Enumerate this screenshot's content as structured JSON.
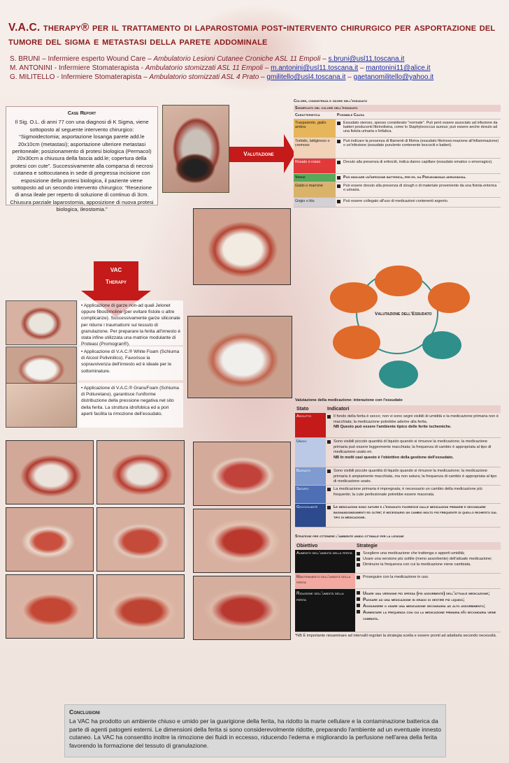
{
  "header": {
    "title": "V.A.C. therapy® per il trattamento di laparostomia post-intervento chirurgico per asportazione del tumore del sigma e metastasi della parete addominale",
    "authors": [
      {
        "name": "S. BRUNI",
        "role": " – Infermiere esperto Wound Care – ",
        "unit": "Ambulatorio Lesioni Cutanee Croniche ASL 11 Empoli",
        "sep": " – ",
        "emails": [
          "s.bruni@usl11.toscana.it"
        ]
      },
      {
        "name": "M. ANTONINI",
        "role": " - Infermiere Stomaterapista - ",
        "unit": "Ambulatorio stomizzati ASL 11 Empoli",
        "sep": " – ",
        "emails": [
          "m.antonini@usl11.toscana.it",
          "mantonini11@alice.it"
        ]
      },
      {
        "name": "G. MILITELLO",
        "role": " - Infermiere Stomaterapista – ",
        "unit": "Ambulatorio stomizzati ASL 4 Prato",
        "sep": " – ",
        "emails": [
          "gmilitello@usl4.toscana.it",
          "gaetanomilitello@yahoo.it"
        ]
      }
    ]
  },
  "case_report": {
    "heading": "Case Report",
    "text": "Il Sig. O.L. di anni 77 con una diagnosi di K Sigma, viene sottoposto al seguente intervento chirurgico: “Sigmoidectomia; asportazione losanga parete add.le 20x10cm (metastasi); asportazione ulteriore metastasi peritoneale; posizionamento di protesi biologica (Permacol) 20x30cm a chiusura della fascia add.le; copertura della protesi con cute”. Successivamente alla comparsa di necrosi cutanea e sottocutanea in sede di pregressa incisione con esposizione della protesi biologica, il paziente viene sottoposto ad un secondo intervento chirurgico: “Resezione di ansa ileale per reperto di soluzione di continuo di 3cm. Chiusura parziale laparostomia, apposizione di nuova protesi biologica, ileostomia.”"
  },
  "vac_arrow": {
    "line1": "VAC",
    "line2": "Therapy"
  },
  "valutazione_label": "Valutazione",
  "exudate_table": {
    "title": "Colore, consistenza e odore dell'essudato",
    "subtitle": "Significato del colore dell'essudato",
    "col1": "Caratteristica",
    "col2": "Possibile Causa",
    "rows": [
      {
        "c": "Trasparente, giallo ambra",
        "t": "Essudato sieroso, spesso considerato \"normale\". Può però essere associato ad infezione da batteri producenti fibrinolisina, come lo Staphylococcus aureus; può essere anche dovuto ad una fistola urinaria o linfatica."
      },
      {
        "c": "Torbido, lattiginoso o cremoso",
        "t": "Può indicare la presenza di filamenti di fibrina (essudato fibrinoso:reazione all'infiammazione) o un'infezione (essudato purulento contenente leucociti e batteri)."
      },
      {
        "c": "Rosato o rosso",
        "t": "Dovuto alla presenza di eritrociti, indica danno capillare (essudato ematico o emorragico)."
      },
      {
        "c": "Verde",
        "t": "Può indicare un'infezione batterica, per es. da Pseudomonas aeruginosa."
      },
      {
        "c": "Giallo o marrone",
        "t": "Può essere dovuto alla presenza di slough o di materiale proveniente da una fistola enterica o urinaria."
      },
      {
        "c": "Grigio o blu",
        "t": "Può essere collegato all'uso di medicazioni contenenti argento."
      }
    ]
  },
  "procedures": [
    {
      "text": "• Applicazione di garze non-ad quali Jelonet oppure fibostimoline (per evitare fistole o altre complicanze). Successivamente garze siliconate per ridurre i traumatismi sul tessuto di granulazione. Per preparare la ferita all'innesto è stata infine utilizzata una matrice modulante di Proteasi (Promogran®)."
    },
    {
      "text": "• Applicazione di V.A.C.® White Foam (Schiuma di Alcool Polivinilico). Favorisce la sopravvivenza dell'innesto ed è ideale per le sottominature."
    },
    {
      "text": "• Applicazione di V.A.C.® GranuFoam (Schiuma di Poliuretano). garantisce l'uniforme distribuzione della pressione negativa nel sito della ferita. La struttura idrofobica ed a pori aperti facilita la rimozione dell'essudato."
    }
  ],
  "cycle": {
    "label": "Valutazione dell'Essudato"
  },
  "med_table": {
    "title": "Valutazione della medicazione: interazione con l'essudato",
    "col1": "Stato",
    "col2": "Indicatori",
    "rows": [
      {
        "s": "Asciutto",
        "t": "Il fondo della ferita è secco; non vi sono segni visibili di umidità e la medicazione primaria non è macchiata; la medicazione potrebbe aderire alla ferita.",
        "nb": "NB Questo può essere l'ambiente tipico delle ferite ischemiche."
      },
      {
        "s": "Umido",
        "t": "Sono visibili piccole quantità di liquido quando si rimuove la medicazione; la medicazione primaria può essere leggermente macchiata; la frequenza di cambio è appropriata al tipo di medicazione usato.nn.",
        "nb": "NB In molti casi questo è l'obiettivo della gestione dell'essudato."
      },
      {
        "s": "Bagnato",
        "t": "Sono visibili piccole quantità di liquido quando si rimuove la medicazione; la medicazione primaria è ampiamente macchiata, ma non satura; la frequenza di cambio è appropriata al tipo di medicazione usato.",
        "nb": ""
      },
      {
        "s": "Saturo",
        "t": "La medicazione primaria è impregnata; è necessario un cambio della medicazione più frequente; la cute perilesionale potrebbe essere macerata.",
        "nb": ""
      },
      {
        "s": "Gocciolante",
        "t": "Le medicazioni sono sature e l'essudato fuoriesce dalle medicazioni primarie e secondarie bagnandoindumenti ed oltre; è necessario un cambio molto più frequente di quello richiesto dal tipo di medicazione.",
        "nb": ""
      }
    ]
  },
  "strategy": {
    "title": "Strategie per ottenere l'ambiente umido ottimale per la lesione",
    "col1": "Obiettivo",
    "col2": "Strategie",
    "rows": [
      {
        "o": "Aumento dell'umidità della ferita",
        "items": [
          "Scegliere una medicazione che trattenga o apporti umidità;",
          "Usare una versione più sottile (meno assorbente) dell'attuale medicazione;",
          "Diminuire la frequenza con cui la medicazione viene cambiata."
        ]
      },
      {
        "o": "Mantenimento dell'umidità della ferita",
        "items": [
          "Proseguire con la medicazione in uso."
        ]
      },
      {
        "o": "Riduzione dell'umidità della ferita",
        "items": [
          "Usare una versione più spessa (più assorbente) dell'attuale medicazione;",
          "Passare ad una medicazione in grado di gestire più liquido;",
          "Aggiungere o usare una medicazione secondaria ad alto assorbimento;",
          "Aumentare la frequenza con cui la medicazione primaria e/o secondaria viene cambiata."
        ]
      }
    ],
    "note": "*NB È importante riesaminare ad intervalli regolari la strategia scelta e essere pronti ad adattarla secondo necessità."
  },
  "conclusion": {
    "heading": "Conclusioni",
    "text": "La VAC ha prodotto un ambiente chiuso e umido per la guarigione della ferita, ha ridotto la marte cellulare e la contaminazione batterica da parte di agenti patogeni esterni. Le dimensioni della ferita si sono considerevolmente ridotte, preparando l'ambiente ad un eventuale innesto cutaneo. La VAC ha consentito inoltre la rimozione dei fluidi in eccesso, riducendo l'edema e migliorando la perfusione nell'area della ferita favorendo la formazione del tessuto di granulazione."
  },
  "colors": {
    "accent": "#8a1a1a",
    "red": "#c41a1a",
    "table_head": "#ead0cc",
    "green_cycle": "#2f8f8a",
    "orange_cycle": "#e06a2a"
  }
}
